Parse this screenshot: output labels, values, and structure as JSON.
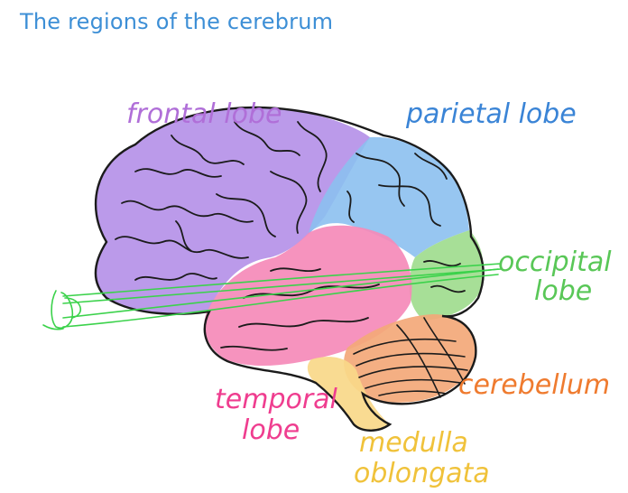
{
  "title": "The regions of the cerebrum",
  "labels": {
    "frontal": "frontal lobe",
    "parietal": "parietal lobe",
    "occipital_1": "occipital",
    "occipital_2": "lobe",
    "temporal_1": "temporal",
    "temporal_2": "lobe",
    "cerebellum": "cerebellum",
    "medulla_1": "medulla",
    "medulla_2": "oblongata"
  },
  "colors": {
    "title": "#3d8fd6",
    "frontal": "#b48fe8",
    "parietal": "#8cc0ef",
    "occipital": "#9ddc8c",
    "temporal": "#f58ab9",
    "cerebellum": "#f3a878",
    "medulla": "#f8d889",
    "frontal_text": "#b06fd8",
    "parietal_text": "#3a84d6",
    "occipital_text": "#59c757",
    "temporal_text": "#ef3d8f",
    "cerebellum_text": "#ef7b2f",
    "medulla_text": "#f0c23a"
  }
}
